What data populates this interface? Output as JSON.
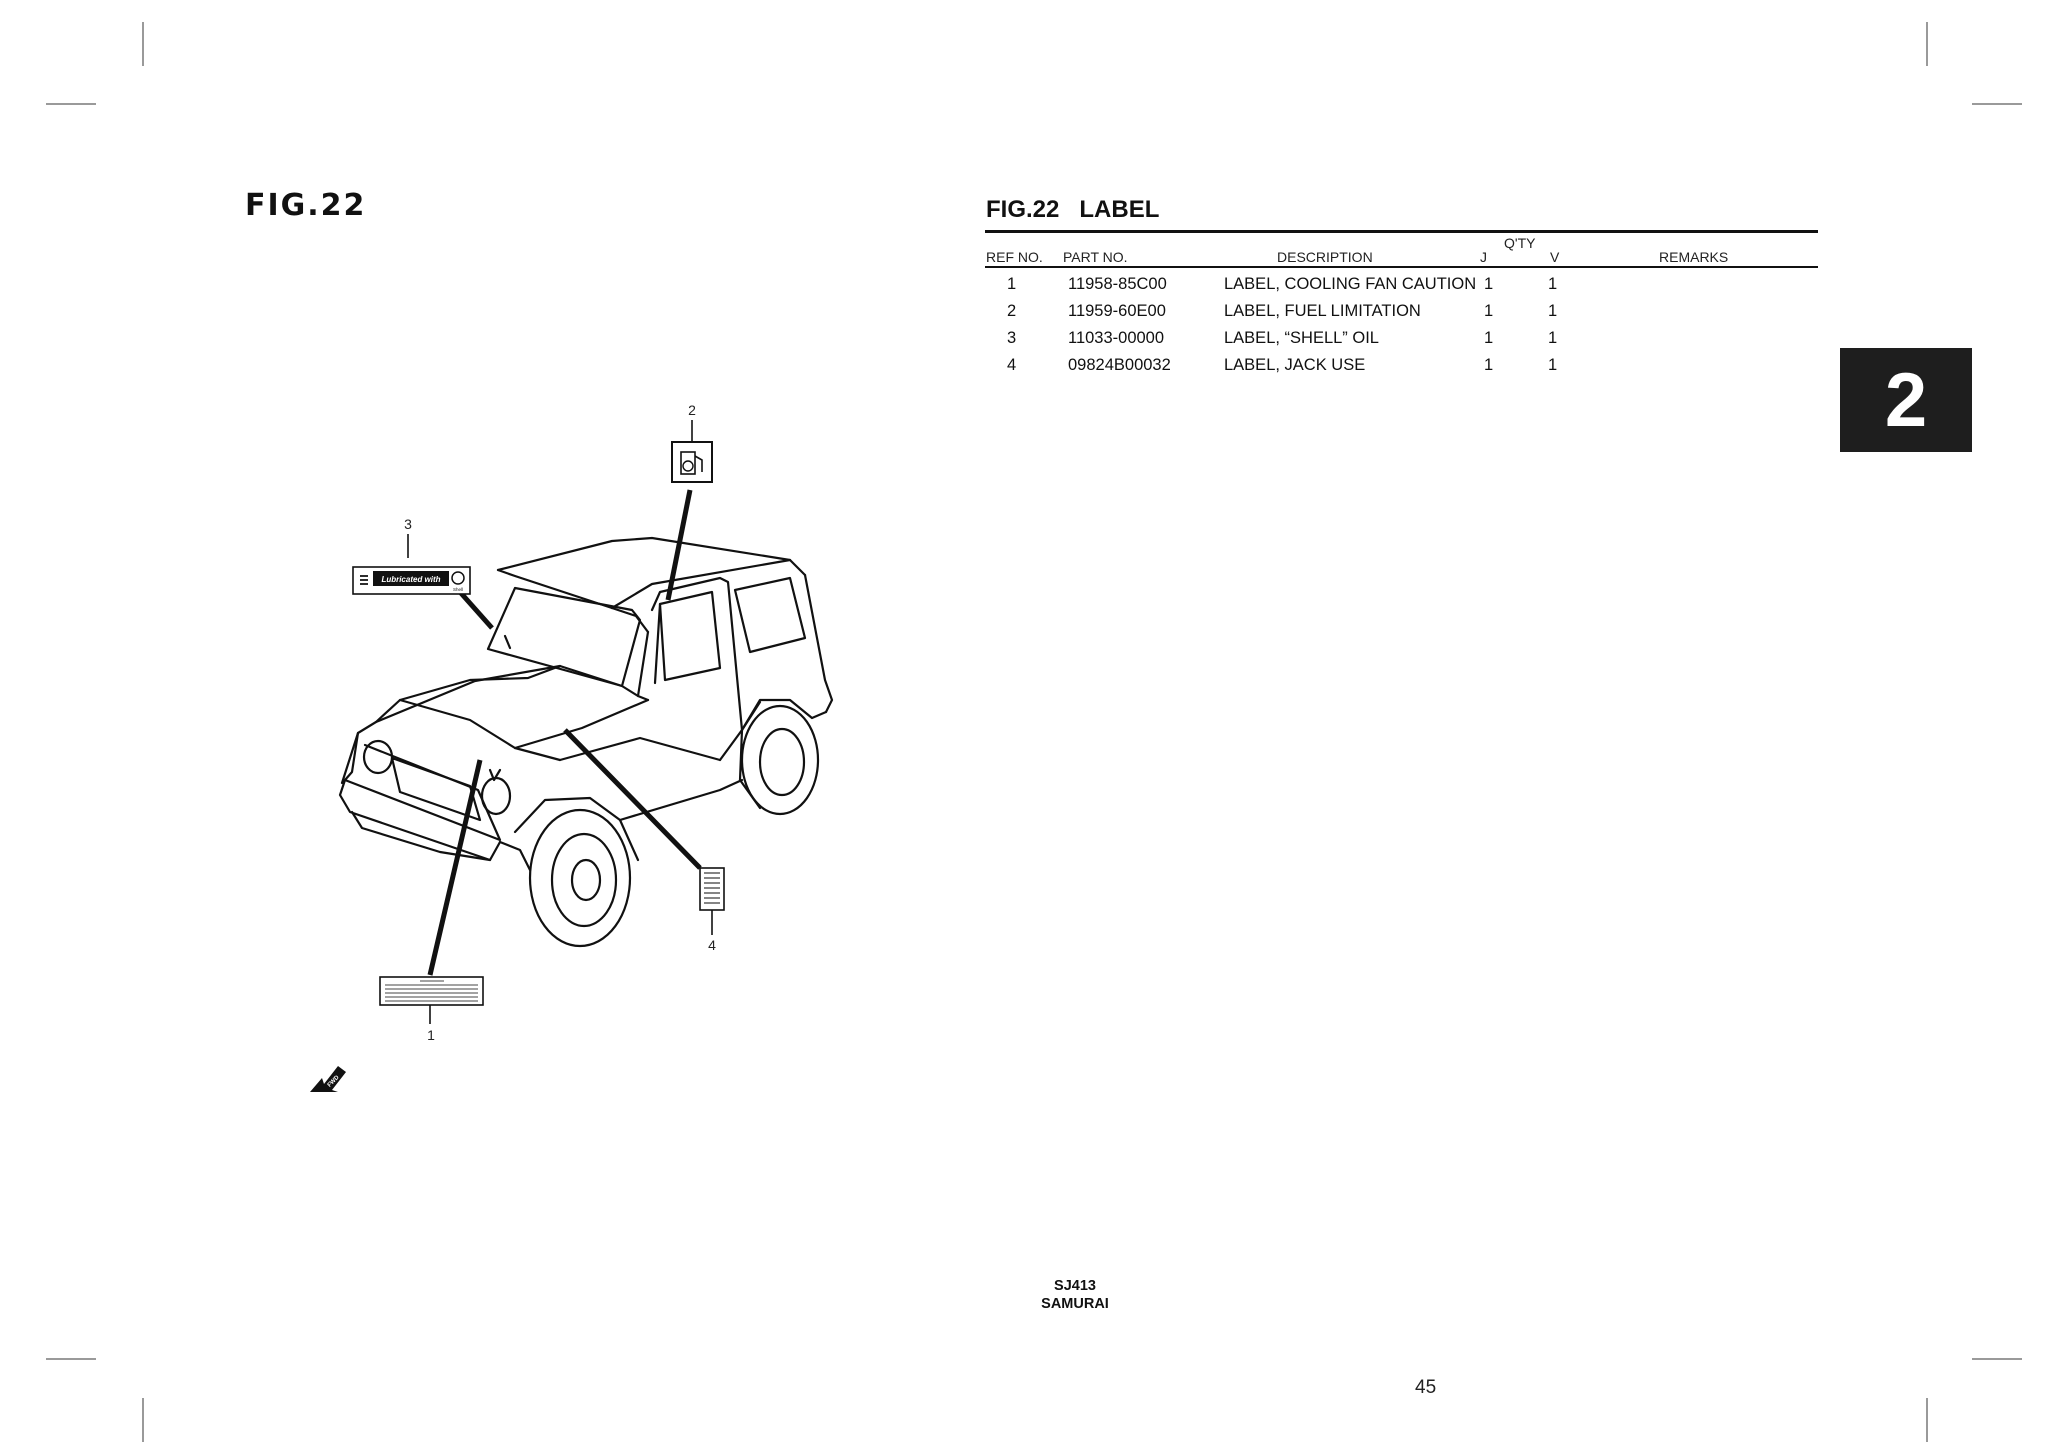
{
  "figure": {
    "title": "FIG.22",
    "callouts": [
      "1",
      "2",
      "3",
      "4"
    ],
    "sticker_text": "Lubricated with",
    "sticker_brand": "Shell",
    "direction_mark": "FWD"
  },
  "parts_table": {
    "title": "FIG.22   LABEL",
    "headers": {
      "ref_no": "REF NO.",
      "part_no": "PART NO.",
      "description": "DESCRIPTION",
      "qty": "Q'TY",
      "j": "J",
      "v": "V",
      "remarks": "REMARKS"
    },
    "rows": [
      {
        "ref": "1",
        "part": "11958-85C00",
        "desc": "LABEL, COOLING FAN CAUTION",
        "j": "1",
        "v": "1",
        "remarks": ""
      },
      {
        "ref": "2",
        "part": "11959-60E00",
        "desc": "LABEL, FUEL LIMITATION",
        "j": "1",
        "v": "1",
        "remarks": ""
      },
      {
        "ref": "3",
        "part": "11033-00000",
        "desc": "LABEL, “SHELL” OIL",
        "j": "1",
        "v": "1",
        "remarks": ""
      },
      {
        "ref": "4",
        "part": "09824B00032",
        "desc": "LABEL, JACK USE",
        "j": "1",
        "v": "1",
        "remarks": ""
      }
    ]
  },
  "section_tab": "2",
  "footer": {
    "model": "SJ413",
    "name": "SAMURAI"
  },
  "page_number": "45"
}
